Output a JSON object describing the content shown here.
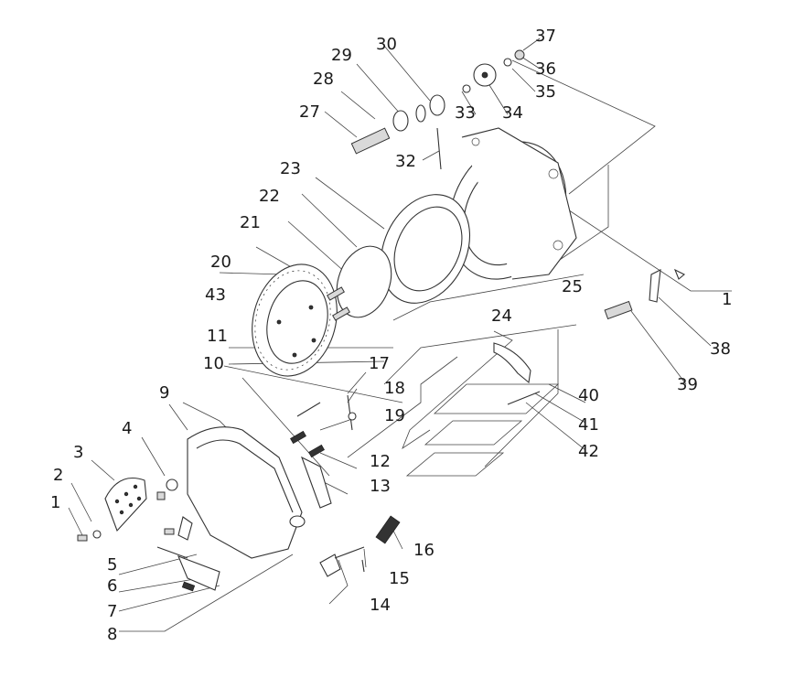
{
  "diagram": {
    "labels": [
      "1",
      "2",
      "3",
      "4",
      "5",
      "6",
      "7",
      "8",
      "9",
      "10",
      "11",
      "12",
      "13",
      "14",
      "15",
      "16",
      "17",
      "18",
      "19",
      "20",
      "21",
      "22",
      "23",
      "24",
      "25",
      "27",
      "28",
      "29",
      "30",
      "32",
      "33",
      "34",
      "35",
      "36",
      "37",
      "38",
      "39",
      "40",
      "41",
      "42",
      "43",
      "1"
    ]
  }
}
